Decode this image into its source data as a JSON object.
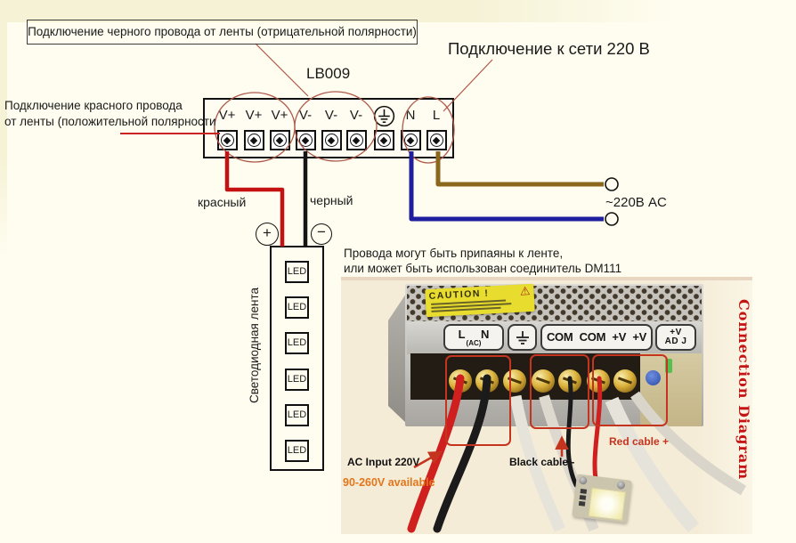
{
  "schematic": {
    "black_wire_note": "Подключение черного провода от ленты (отрицательной полярности)",
    "mains_note": "Подключение к сети 220 В",
    "model": "LB009",
    "red_wire_note_line1": "Подключение красного провода",
    "red_wire_note_line2": "от ленты (положительной полярности",
    "red_wire_label": "красный",
    "black_wire_label": "черный",
    "mains_voltage": "~220В AC",
    "solder_note_line1": "Провода могут быть припаяны к ленте,",
    "solder_note_line2": "или может быть использован соединитель DM111",
    "led_strip_label": "Светодиодная лента",
    "plus": "+",
    "minus": "−"
  },
  "terminal_block": {
    "labels": [
      "V+",
      "V+",
      "V+",
      "V-",
      "V-",
      "V-",
      "",
      "N",
      "L"
    ],
    "earth_icon": "earth-ground-symbol"
  },
  "led_strip": {
    "cells": [
      "LED",
      "LED",
      "LED",
      "LED",
      "LED",
      "LED"
    ]
  },
  "photo": {
    "caution_label": "CAUTION !",
    "terminal_strip": {
      "ln_label": "L N",
      "ac_sub": "(AC)",
      "com_v_label": "COM COM +V +V",
      "adj_line1": "+V",
      "adj_line2": "AD J"
    },
    "annotations": {
      "ac_input": "AC Input 220V",
      "voltage_range": "90-260V available",
      "black_cable": "Black cable -",
      "red_cable": "Red cable +",
      "title": "Connection Diagram"
    }
  },
  "colors": {
    "background": "#FFFDF0",
    "wire_red": "#C41212",
    "wire_black": "#151515",
    "wire_blue": "#1E1E9E",
    "wire_brown": "#8B671D",
    "annotation_red": "#C5341F",
    "highlight_ellipse": "#AD5A4A",
    "caution_yellow": "#E8DC2E",
    "orange_text": "#E2761B"
  }
}
